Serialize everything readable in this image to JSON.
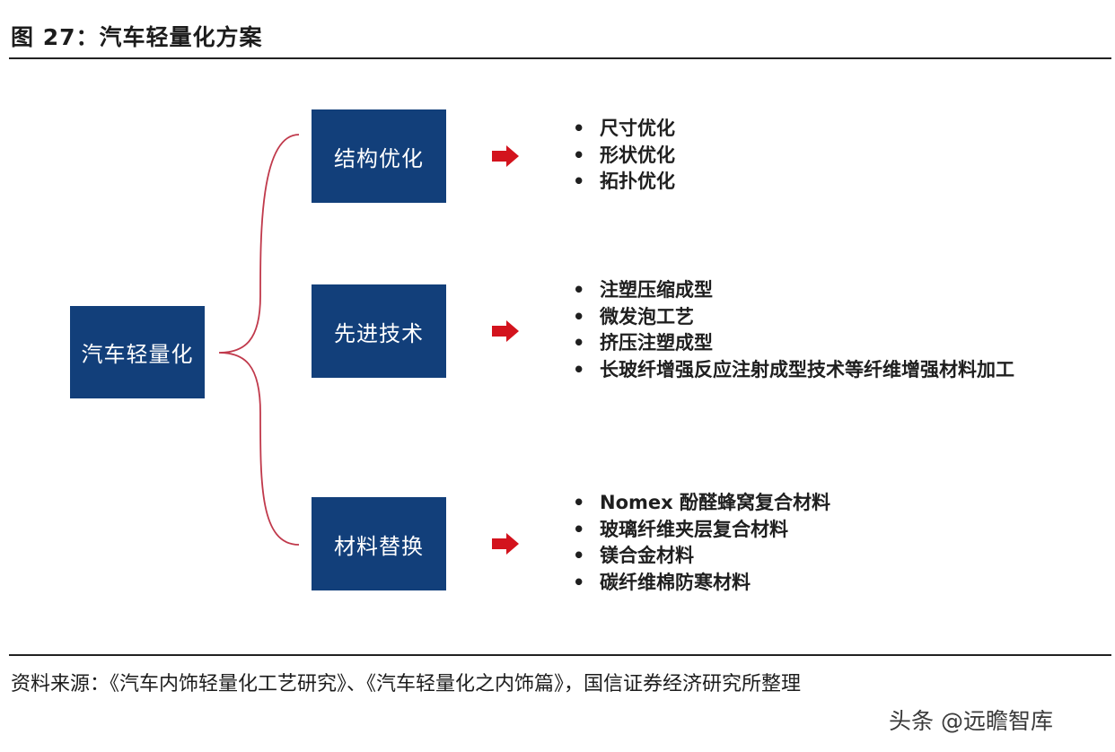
{
  "title": "图 27：汽车轻量化方案",
  "colors": {
    "box_fill": "#123f7a",
    "box_text": "#ffffff",
    "connector": "#c0394b",
    "arrow": "#d3131d"
  },
  "root": {
    "label": "汽车轻量化"
  },
  "branches": [
    {
      "label": "结构优化",
      "items": [
        "尺寸优化",
        "形状优化",
        "拓扑优化"
      ]
    },
    {
      "label": "先进技术",
      "items": [
        "注塑压缩成型",
        "微发泡工艺",
        "挤压注塑成型",
        "长玻纤增强反应注射成型技术等纤维增强材料加工"
      ]
    },
    {
      "label": "材料替换",
      "items": [
        "Nomex 酚醛蜂窝复合材料",
        "玻璃纤维夹层复合材料",
        "镁合金材料",
        "碳纤维棉防寒材料"
      ]
    }
  ],
  "bullet": "•",
  "source": "资料来源：《汽车内饰轻量化工艺研究》、《汽车轻量化之内饰篇》，国信证券经济研究所整理",
  "watermark": "头条 @远瞻智库"
}
